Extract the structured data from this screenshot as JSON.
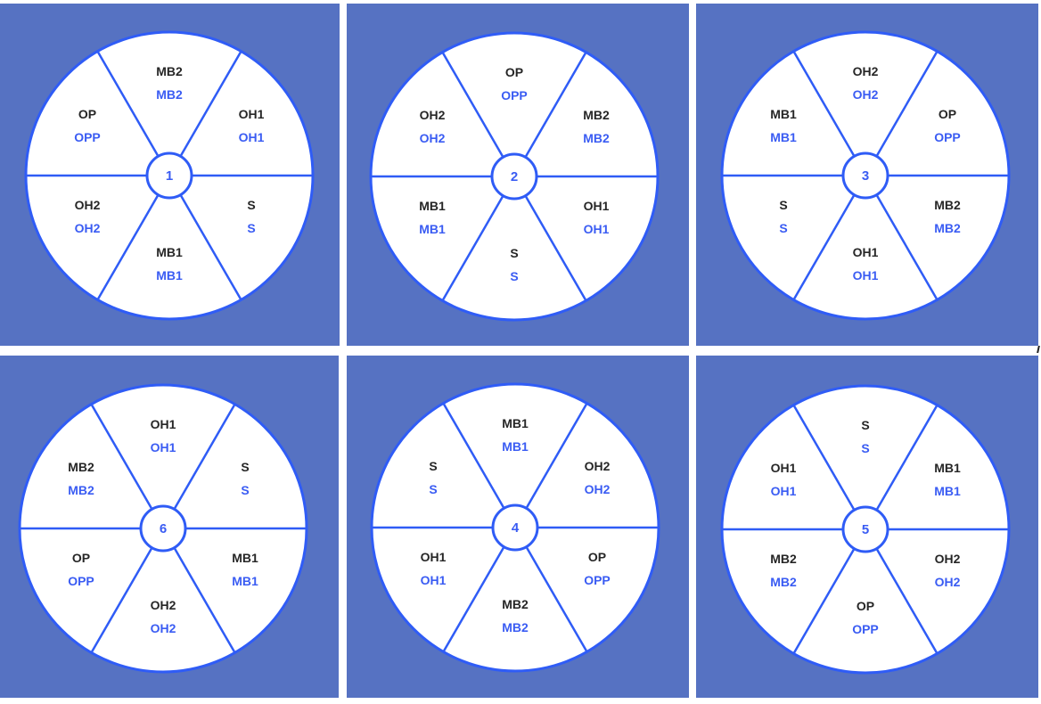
{
  "colors": {
    "panel_bg": "#5672c2",
    "wheel_fill": "#ffffff",
    "wheel_stroke": "#2f5cf6",
    "position_label": "#262626",
    "player_label": "#3a5cf3"
  },
  "segment_order": [
    "top",
    "top-right",
    "bottom-right",
    "bottom",
    "bottom-left",
    "top-left"
  ],
  "rotations": [
    {
      "number": "1",
      "slots": [
        {
          "position": "MB2",
          "player": "MB2"
        },
        {
          "position": "OH1",
          "player": "OH1"
        },
        {
          "position": "S",
          "player": "S"
        },
        {
          "position": "MB1",
          "player": "MB1"
        },
        {
          "position": "OH2",
          "player": "OH2"
        },
        {
          "position": "OP",
          "player": "OPP"
        }
      ]
    },
    {
      "number": "2",
      "slots": [
        {
          "position": "OP",
          "player": "OPP"
        },
        {
          "position": "MB2",
          "player": "MB2"
        },
        {
          "position": "OH1",
          "player": "OH1"
        },
        {
          "position": "S",
          "player": "S"
        },
        {
          "position": "MB1",
          "player": "MB1"
        },
        {
          "position": "OH2",
          "player": "OH2"
        }
      ]
    },
    {
      "number": "3",
      "slots": [
        {
          "position": "OH2",
          "player": "OH2"
        },
        {
          "position": "OP",
          "player": "OPP"
        },
        {
          "position": "MB2",
          "player": "MB2"
        },
        {
          "position": "OH1",
          "player": "OH1"
        },
        {
          "position": "S",
          "player": "S"
        },
        {
          "position": "MB1",
          "player": "MB1"
        }
      ]
    },
    {
      "number": "6",
      "slots": [
        {
          "position": "OH1",
          "player": "OH1"
        },
        {
          "position": "S",
          "player": "S"
        },
        {
          "position": "MB1",
          "player": "MB1"
        },
        {
          "position": "OH2",
          "player": "OH2"
        },
        {
          "position": "OP",
          "player": "OPP"
        },
        {
          "position": "MB2",
          "player": "MB2"
        }
      ]
    },
    {
      "number": "4",
      "slots": [
        {
          "position": "MB1",
          "player": "MB1"
        },
        {
          "position": "OH2",
          "player": "OH2"
        },
        {
          "position": "OP",
          "player": "OPP"
        },
        {
          "position": "MB2",
          "player": "MB2"
        },
        {
          "position": "OH1",
          "player": "OH1"
        },
        {
          "position": "S",
          "player": "S"
        }
      ]
    },
    {
      "number": "5",
      "slots": [
        {
          "position": "S",
          "player": "S"
        },
        {
          "position": "MB1",
          "player": "MB1"
        },
        {
          "position": "OH2",
          "player": "OH2"
        },
        {
          "position": "OP",
          "player": "OPP"
        },
        {
          "position": "MB2",
          "player": "MB2"
        },
        {
          "position": "OH1",
          "player": "OH1"
        }
      ]
    }
  ]
}
